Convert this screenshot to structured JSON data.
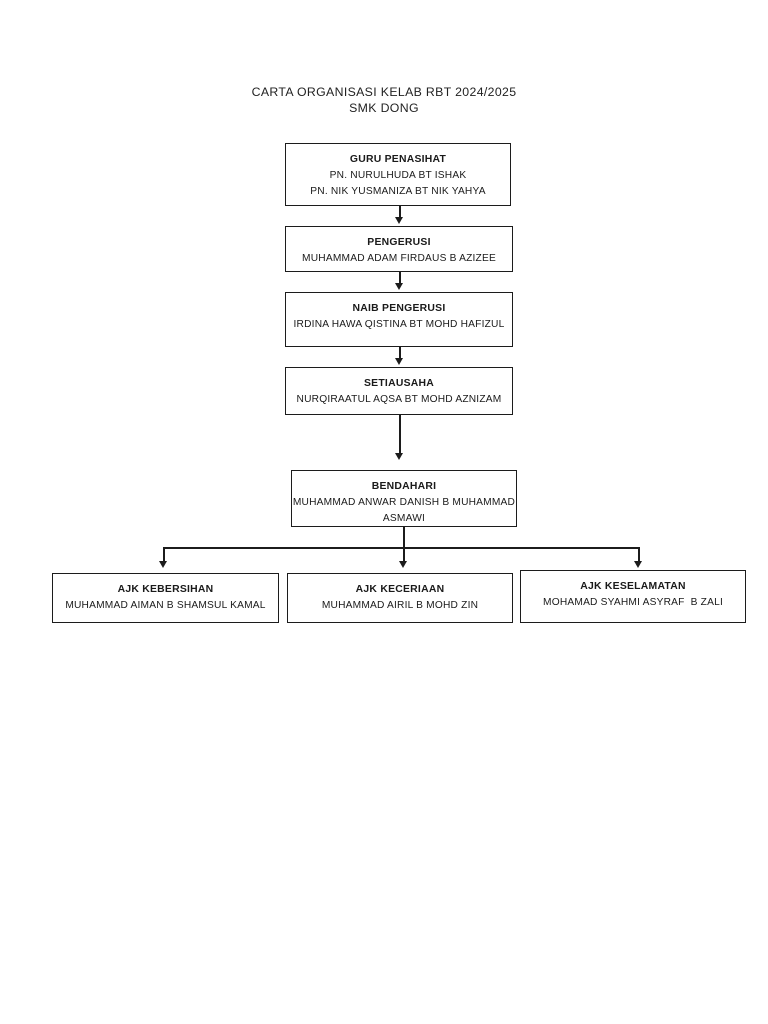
{
  "document": {
    "title_line1": "CARTA ORGANISASI KELAB RBT 2024/2025",
    "title_line2": "SMK DONG"
  },
  "chart_data": {
    "type": "diagram",
    "diagram_kind": "organization-chart",
    "title": "CARTA ORGANISASI KELAB RBT 2024/2025 SMK DONG",
    "nodes": [
      {
        "id": "guru-penasihat",
        "role": "GURU PENASIHAT",
        "person": "PN. NURULHUDA BT ISHAK\nPN. NIK YUSMANIZA BT NIK YAHYA",
        "level": 1
      },
      {
        "id": "pengerusi",
        "role": "PENGERUSI",
        "person": "MUHAMMAD ADAM FIRDAUS B AZIZEE",
        "level": 2
      },
      {
        "id": "naib-pengerusi",
        "role": "NAIB PENGERUSI",
        "person": "IRDINA HAWA QISTINA BT MOHD HAFIZUL",
        "level": 3
      },
      {
        "id": "setiausaha",
        "role": "SETIAUSAHA",
        "person": "NURQIRAATUL AQSA BT MOHD AZNIZAM",
        "level": 4
      },
      {
        "id": "bendahari",
        "role": "BENDAHARI",
        "person": "MUHAMMAD ANWAR DANISH B MUHAMMAD ASMAWI",
        "level": 5
      },
      {
        "id": "ajk-kebersihan",
        "role": "AJK KEBERSIHAN",
        "person": "MUHAMMAD AIMAN B SHAMSUL KAMAL",
        "level": 6
      },
      {
        "id": "ajk-keceriaan",
        "role": "AJK KECERIAAN",
        "person": "MUHAMMAD AIRIL B MOHD ZIN",
        "level": 6
      },
      {
        "id": "ajk-keselamatan",
        "role": "AJK KESELAMATAN",
        "person": "MOHAMAD SYAHMI ASYRAF  B ZALI",
        "level": 6
      }
    ],
    "edges": [
      {
        "from": "guru-penasihat",
        "to": "pengerusi",
        "style": "arrow"
      },
      {
        "from": "pengerusi",
        "to": "naib-pengerusi",
        "style": "arrow"
      },
      {
        "from": "naib-pengerusi",
        "to": "setiausaha",
        "style": "arrow"
      },
      {
        "from": "setiausaha",
        "to": "bendahari",
        "style": "arrow"
      },
      {
        "from": "bendahari",
        "to": "ajk-kebersihan",
        "style": "arrow"
      },
      {
        "from": "bendahari",
        "to": "ajk-keceriaan",
        "style": "arrow"
      },
      {
        "from": "bendahari",
        "to": "ajk-keselamatan",
        "style": "arrow"
      }
    ],
    "colors": {
      "background": "#ffffff",
      "box_border": "#1c1c1c",
      "text": "#1a1a1a",
      "connector": "#1c1c1c"
    }
  }
}
